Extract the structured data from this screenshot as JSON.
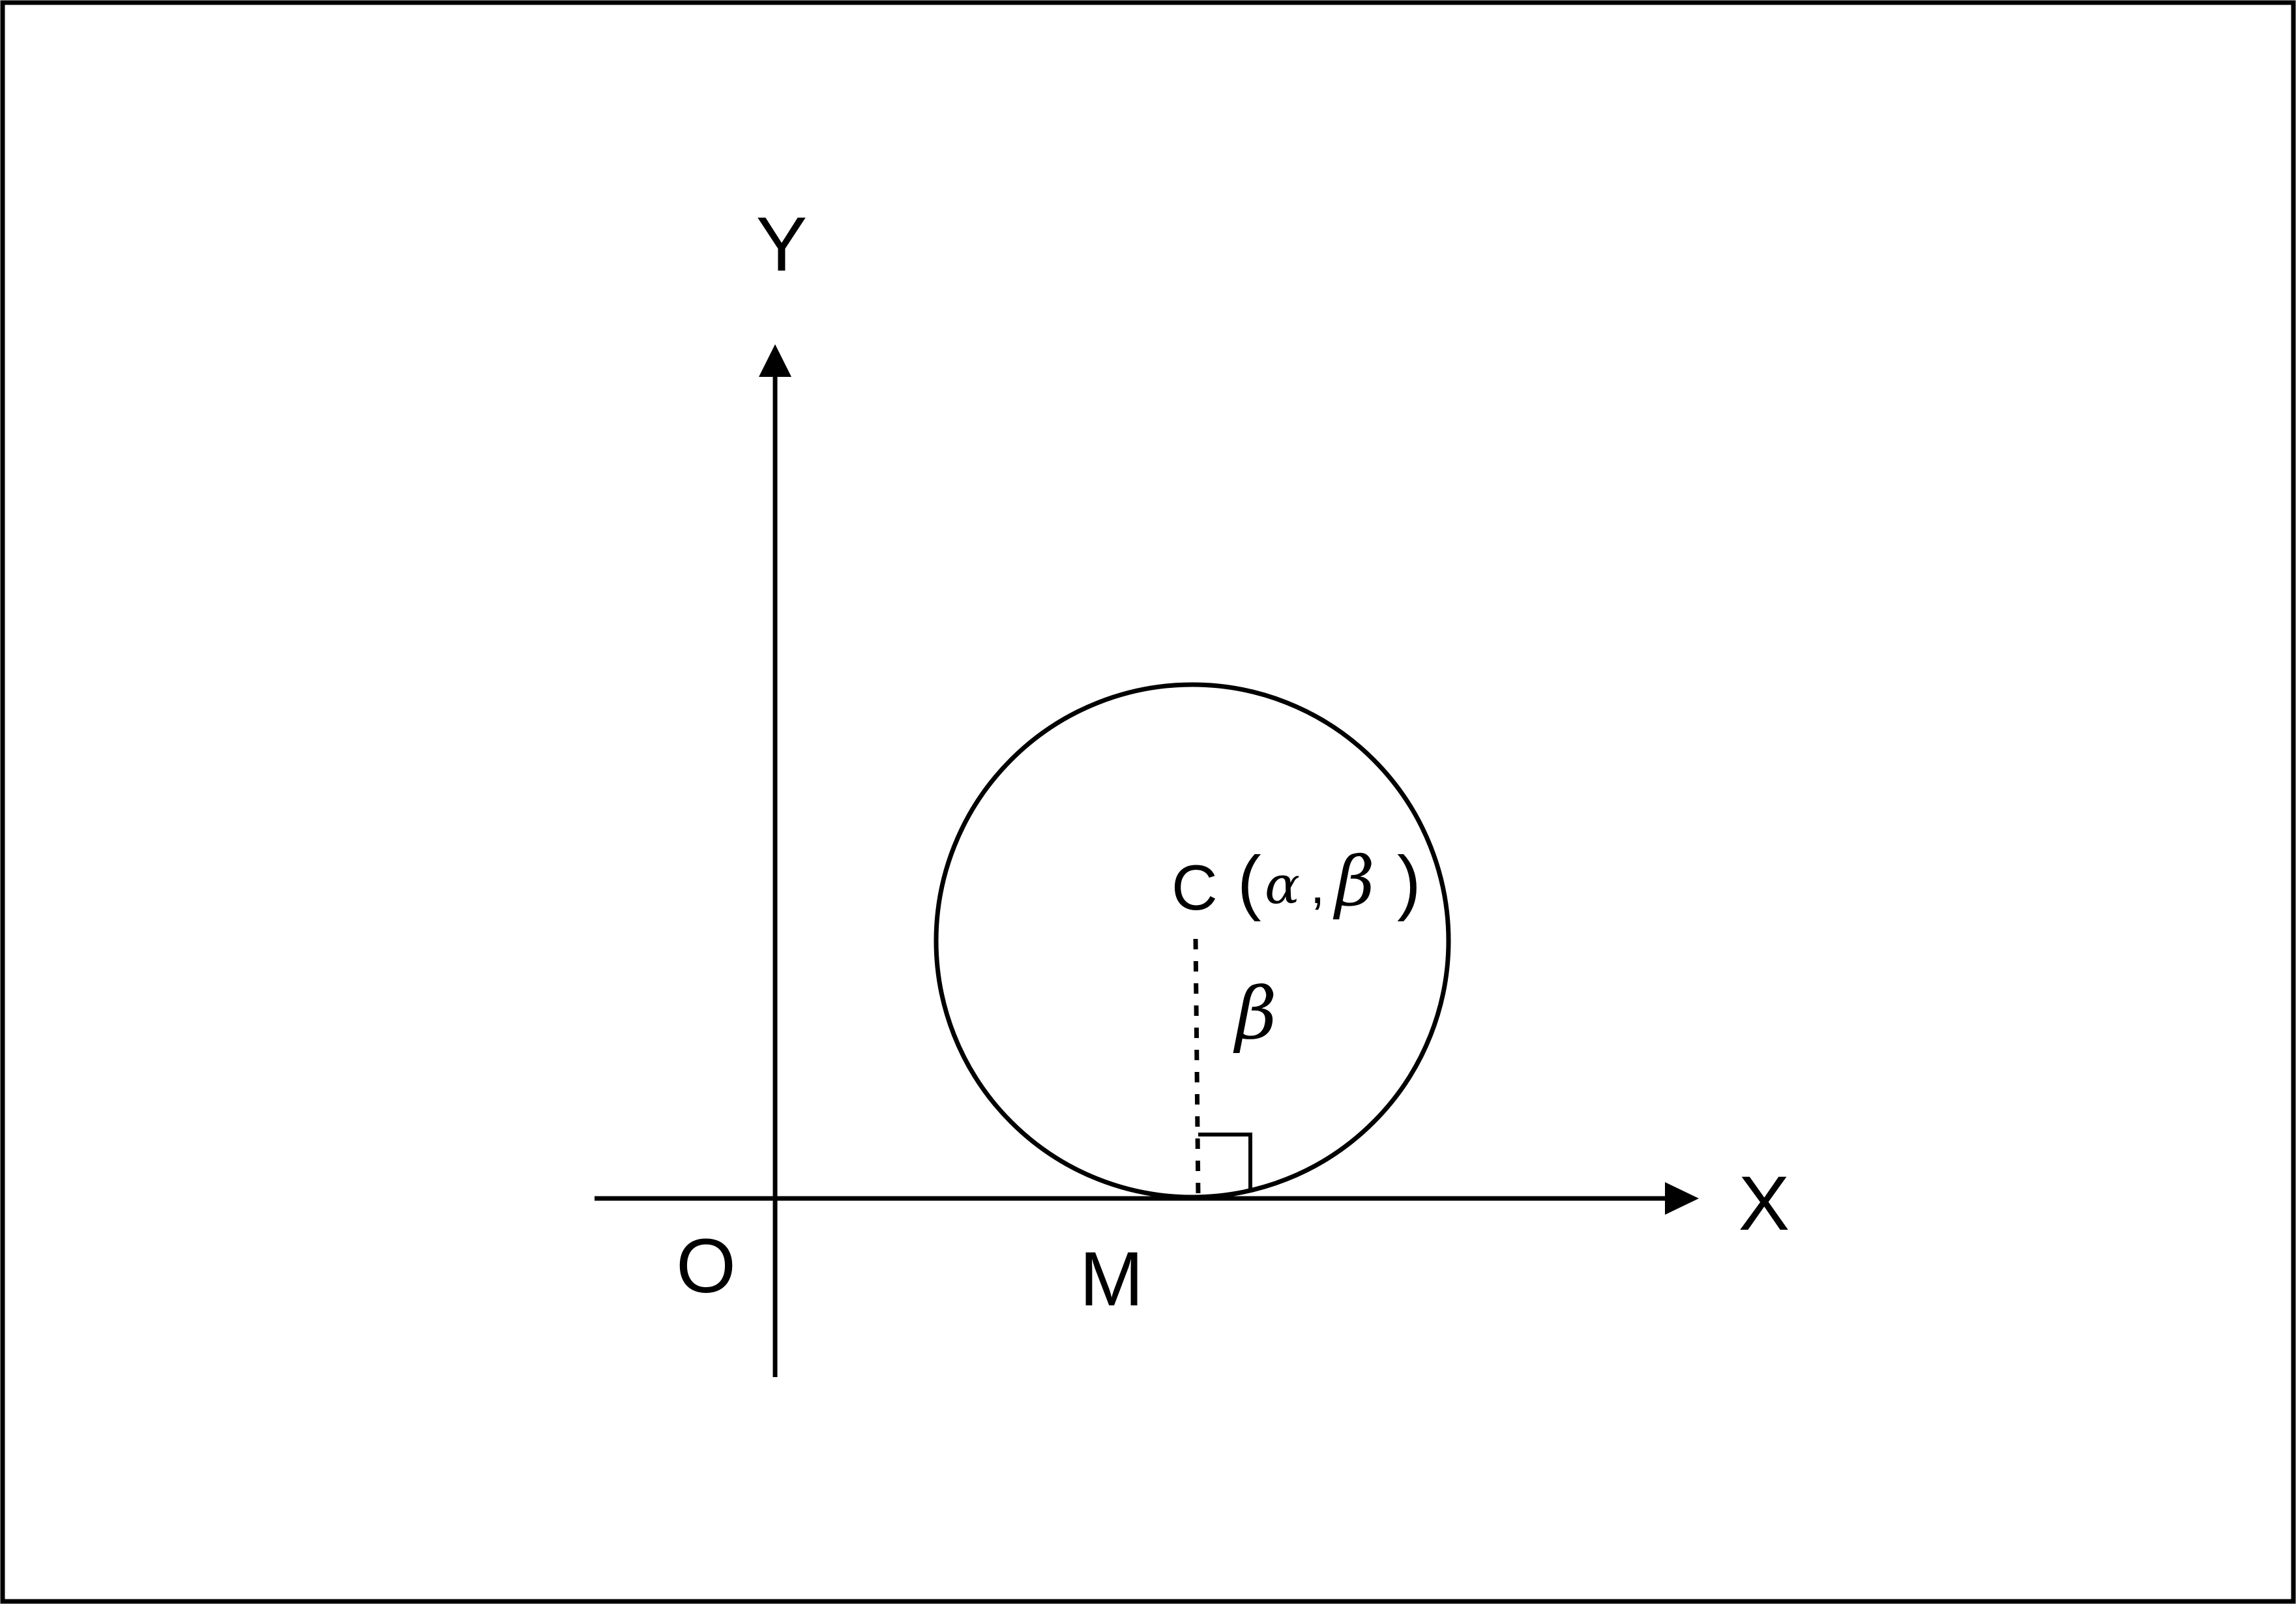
{
  "labels": {
    "y_axis": "Y",
    "x_axis": "X",
    "origin": "O",
    "tangent_point": "M",
    "center_name": "C",
    "center_open": "(",
    "center_alpha": "α",
    "center_comma": ",",
    "center_beta": "β",
    "center_close": ")",
    "radius": "β"
  },
  "colors": {
    "stroke": "#000000",
    "background": "#ffffff"
  }
}
